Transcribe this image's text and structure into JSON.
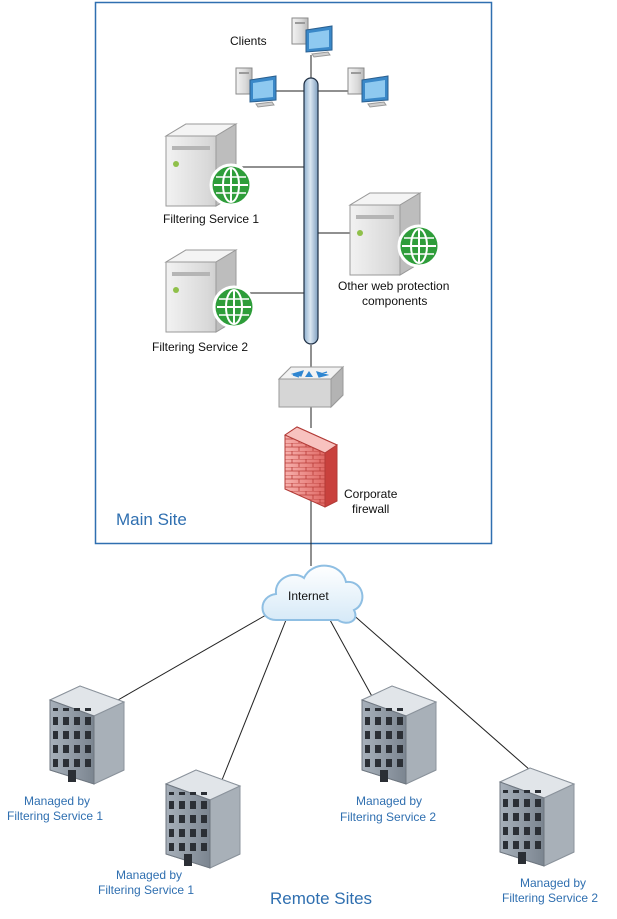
{
  "main_site": {
    "title": "Main Site",
    "clients_label": "Clients",
    "filtering_service_1": "Filtering Service 1",
    "filtering_service_2": "Filtering Service 2",
    "other_components": [
      "Other web protection",
      "components"
    ],
    "firewall": [
      "Corporate",
      "firewall"
    ]
  },
  "internet_label": "Internet",
  "remote_sites": {
    "title": "Remote Sites",
    "buildings": [
      {
        "label": [
          "Managed by",
          "Filtering Service 1"
        ]
      },
      {
        "label": [
          "Managed by",
          "Filtering Service 1"
        ]
      },
      {
        "label": [
          "Managed by",
          "Filtering Service 2"
        ]
      },
      {
        "label": [
          "Managed by",
          "Filtering Service 2"
        ]
      }
    ]
  },
  "colors": {
    "site_border": "#2f6fb0",
    "label_blue": "#2f6fb0",
    "backbone": "#b9cfe3",
    "globe": "#2e9d3a",
    "firewall": "#e26b6b",
    "building": "#7d8793"
  }
}
